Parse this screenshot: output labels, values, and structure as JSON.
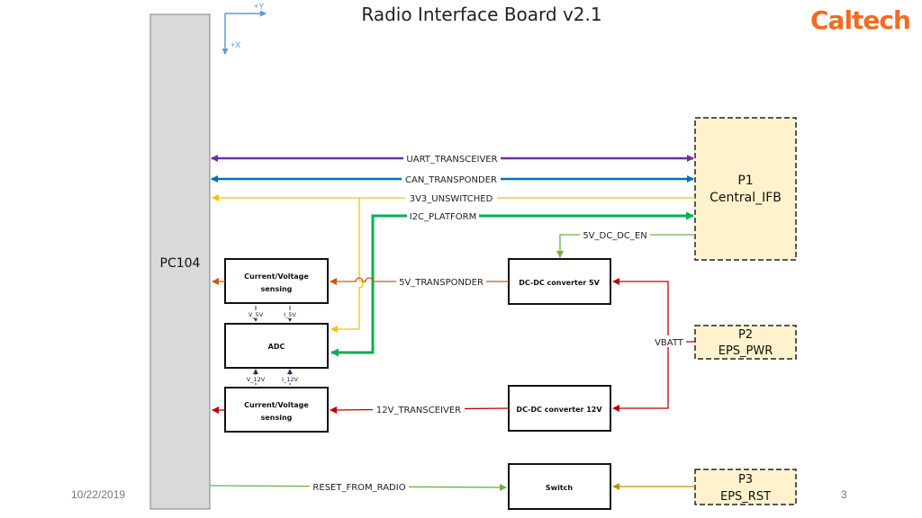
{
  "slide": {
    "title": "Radio Interface Board v2.1",
    "logo": "Caltech",
    "date": "10/22/2019",
    "page": "3"
  },
  "axes": {
    "y_label": "+Y",
    "x_label": "+X"
  },
  "blocks": {
    "pc104": "PC104",
    "p1": [
      "P1",
      "Central_IFB"
    ],
    "p2": [
      "P2",
      "EPS_PWR"
    ],
    "p3": [
      "P3",
      "EPS_RST"
    ],
    "sense_5v": [
      "Current/Voltage",
      "sensing"
    ],
    "adc": "ADC",
    "sense_12v": [
      "Current/Voltage",
      "sensing"
    ],
    "dcdc_5v": "DC-DC converter 5V",
    "dcdc_12v": "DC-DC converter 12V",
    "switch": "Switch"
  },
  "signals": {
    "uart": "UART_TRANSCEIVER",
    "can": "CAN_TRANSPONDER",
    "v3v3": "3V3_UNSWITCHED",
    "i2c": "I2C_PLATFORM",
    "en": "5V_DC_DC_EN",
    "t5v": "5V_TRANSPONDER",
    "t12v": "12V_TRANSCEIVER",
    "vbatt": "VBATT",
    "reset": "RESET_FROM_RADIO",
    "v5v": "V_5V",
    "i5v": "I_5V",
    "v12v": "V_12V",
    "i12v": "I_12V"
  },
  "colors": {
    "uart": "#7030a0",
    "can": "#0070c0",
    "v3v3": "#ffc000",
    "i2c": "#00b050",
    "en": "#70ad47",
    "t5v": "#c55a11",
    "red": "#c00000",
    "reset": "#70ad47",
    "rst": "#bf9000",
    "connector_fill": "#fff2cc",
    "pc104_fill": "#d9d9d9",
    "sense_arrow": "#1f3864",
    "axis": "#5b9bd5"
  }
}
